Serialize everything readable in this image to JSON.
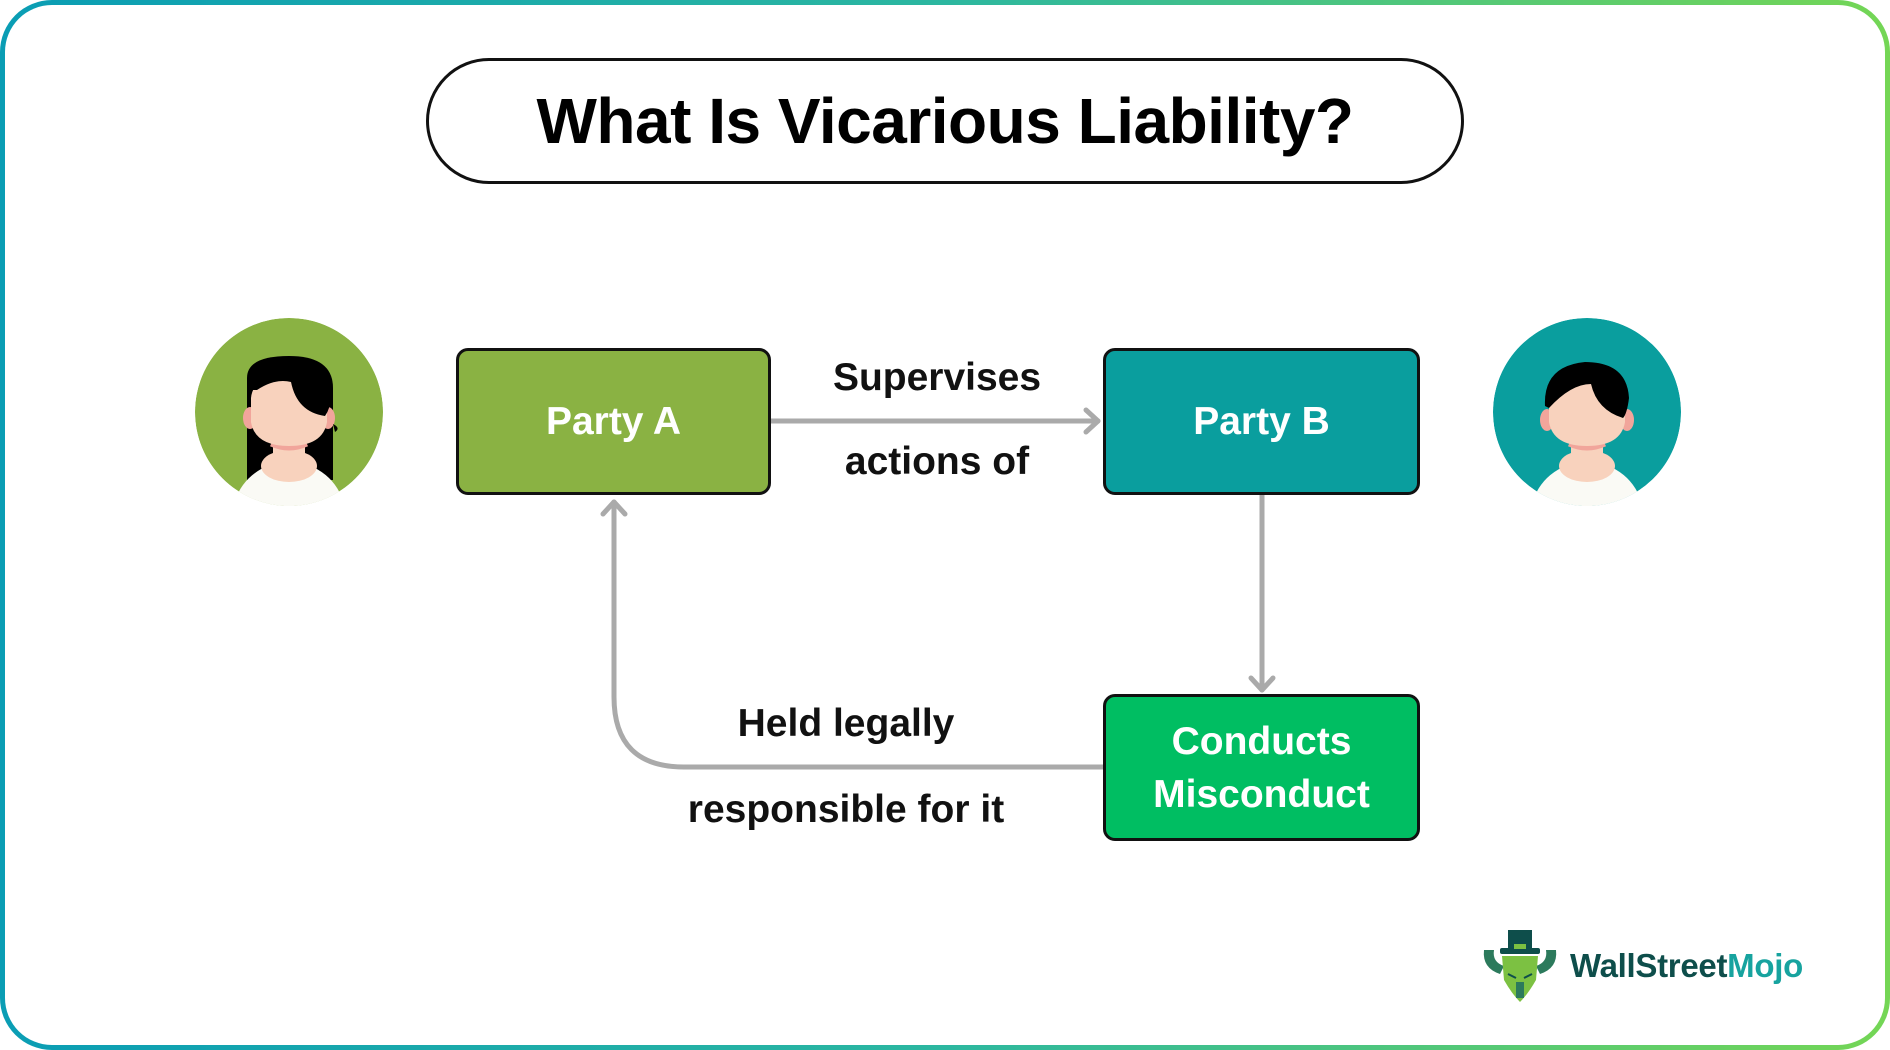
{
  "title": "What Is Vicarious Liability?",
  "nodes": {
    "party_a": {
      "label": "Party A",
      "color": "#8ab243"
    },
    "party_b": {
      "label": "Party B",
      "color": "#0a9e9e"
    },
    "misconduct": {
      "label_line1": "Conducts",
      "label_line2": "Misconduct",
      "color": "#00be62"
    }
  },
  "edges": {
    "a_to_b": {
      "label_top": "Supervises",
      "label_bottom": "actions of"
    },
    "b_to_misconduct": {
      "label": ""
    },
    "misconduct_to_a": {
      "label_top": "Held legally",
      "label_bottom": "responsible for it"
    }
  },
  "avatars": {
    "left": {
      "icon": "woman-avatar-icon",
      "bg": "#8ab243"
    },
    "right": {
      "icon": "man-avatar-icon",
      "bg": "#0a9e9e"
    }
  },
  "logo": {
    "part1": "WallStreet",
    "part2": "Mojo",
    "color1": "#0e4e4b",
    "color2": "#17a39f"
  },
  "colors": {
    "arrow": "#aaaaaa",
    "border_start": "#0a9db4",
    "border_end": "#74d655"
  }
}
